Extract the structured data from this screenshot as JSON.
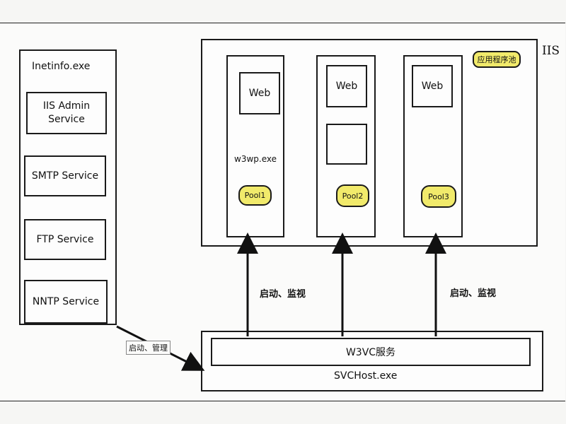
{
  "left_process": {
    "title": "Inetinfo.exe",
    "services": [
      "IIS  Admin Service",
      "SMTP Service",
      "FTP Service",
      "NNTP Service"
    ]
  },
  "iis": {
    "title": "IIS",
    "pool_legend": "应用程序池",
    "process_label": "w3wp.exe",
    "columns": [
      {
        "web": "Web",
        "pool": "Pool1"
      },
      {
        "web": "Web",
        "pool": "Pool2"
      },
      {
        "web": "Web",
        "pool": "Pool3"
      }
    ]
  },
  "svchost": {
    "service": "W3VC服务",
    "host": "SVCHost.exe"
  },
  "edges": {
    "start_monitor": "启动、监视",
    "start_manage": "启动、管理"
  }
}
